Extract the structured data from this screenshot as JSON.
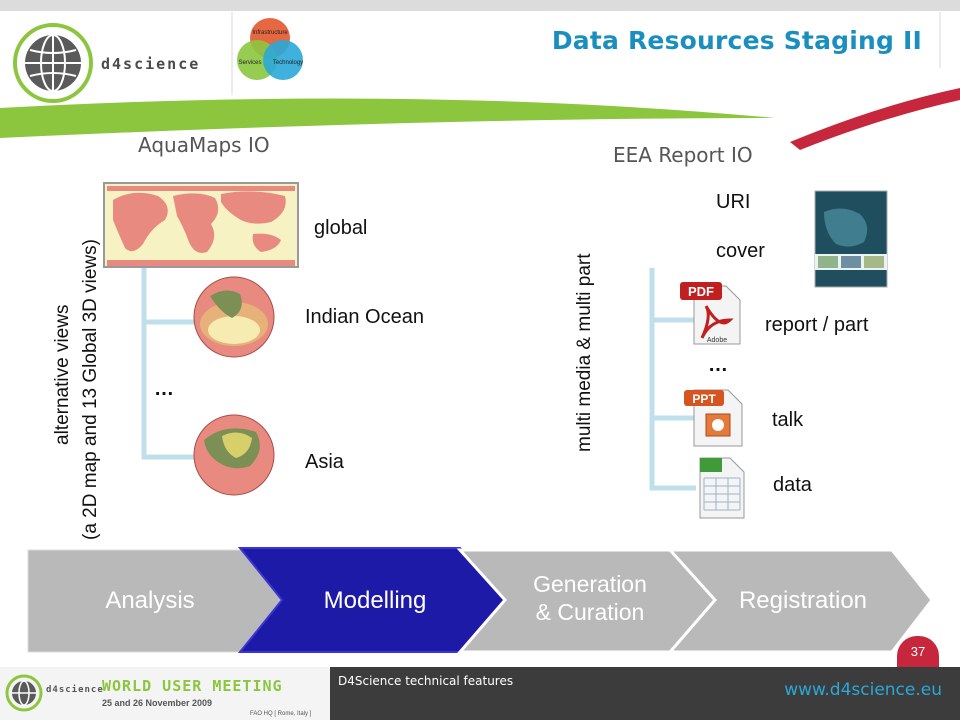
{
  "header": {
    "title": "Data Resources Staging II",
    "logo_text": "d4science",
    "venn": [
      "Infrastructure",
      "Services",
      "Technology"
    ]
  },
  "left": {
    "section_title": "AquaMaps IO",
    "vertical_label_1": "alternative views",
    "vertical_label_2": "(a 2D map and 13 Global 3D views)",
    "items": [
      "global",
      "Indian Ocean",
      "Asia"
    ],
    "ellipsis": "…"
  },
  "right": {
    "section_title": "EEA Report IO",
    "vertical_label": "multi media & multi part",
    "uri": "URI",
    "cover": "cover",
    "items": [
      "report / part",
      "talk",
      "data"
    ],
    "icon_badges": [
      "PDF",
      "Adobe",
      "PPT"
    ],
    "ellipsis": "…"
  },
  "pipeline": {
    "steps": [
      "Analysis",
      "Modelling",
      "Generation & Curation",
      "Registration"
    ],
    "step3_line1": "Generation",
    "step3_line2": "& Curation",
    "active_step": "Modelling",
    "colors": {
      "inactive": "#b9b9b9",
      "active": "#1e1aa8"
    }
  },
  "footer": {
    "section_text": "D4Science technical features",
    "url": "www.d4science.eu",
    "page_number": "37",
    "meeting_brand": "d4science",
    "meeting_title": "WORLD USER MEETING",
    "meeting_dates": "25 and 26 November 2009",
    "meeting_place": "FAO HQ [ Rome, Italy ]"
  },
  "colors": {
    "title": "#1a8fbf",
    "green_swoosh": "#8cc63f",
    "magenta_swoosh": "#c7273c",
    "tree_line": "#bfe0ea"
  }
}
